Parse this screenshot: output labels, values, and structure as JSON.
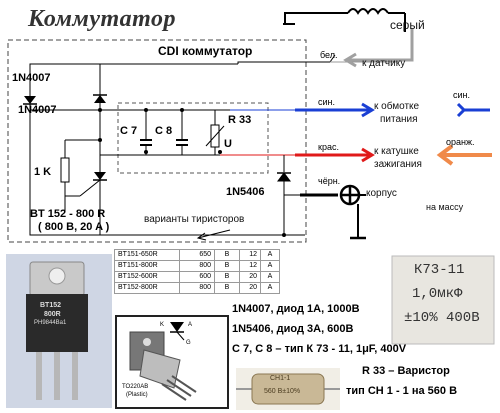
{
  "title": "Коммутатор",
  "header": "CDI коммутатор",
  "wires": {
    "white": "бел.",
    "blue": "син.",
    "red": "крас.",
    "black": "чёрн.",
    "gray_label": "серый",
    "right_blue": "син.",
    "right_orange": "оранж."
  },
  "routes": {
    "sensor": "к датчику",
    "supply_line1": "к обмотке",
    "supply_line2": "питания",
    "coil_line1": "к катушке",
    "coil_line2": "зажигания",
    "ground_line1": "корпус",
    "ground_line2": "на массу"
  },
  "components": {
    "d1": "1N4007",
    "d2": "1N4007",
    "d3": "1N5406",
    "c7": "C 7",
    "c8": "C 8",
    "r33": "R 33",
    "u": "U",
    "r1k": "1 K",
    "thyristor_line1": "BT 152 - 800 R",
    "thyristor_line2": "( 800 B, 20 A )",
    "variants": "варианты тиристоров"
  },
  "thyristor_table": [
    [
      "BT151-650R",
      "650",
      "B",
      "12",
      "A"
    ],
    [
      "BT151-800R",
      "800",
      "B",
      "12",
      "A"
    ],
    [
      "BT152-600R",
      "600",
      "B",
      "20",
      "A"
    ],
    [
      "BT152-800R",
      "800",
      "B",
      "20",
      "A"
    ]
  ],
  "descriptions": {
    "d4007": "1N4007, диод 1А, 1000В",
    "d5406": "1N5406, диод 3А, 600В",
    "caps": "С 7, С 8 – тип К 73 - 11, 1μF, 400V",
    "varistor_title": "R 33 – Варистор",
    "varistor_type": "тип  СН  1 - 1 на 560 В"
  },
  "photos": {
    "thyristor_marking_1": "BT152",
    "thyristor_marking_2": "800R",
    "thyristor_marking_3": "PH9844Ba1",
    "package_label_1": "TO220AB",
    "package_label_2": "(Plastic)",
    "pin_k": "K",
    "pin_a": "A",
    "pin_g": "G",
    "cap_line1": "К73-11",
    "cap_line2": "1,0мкФ",
    "cap_line3": "±10%  400В",
    "varistor_marking_1": "СН1-1",
    "varistor_marking_2": "560 В±10%"
  },
  "colors": {
    "blue_wire": "#1a3fd4",
    "red_wire": "#e01a1a",
    "orange_arrow": "#f08a4a",
    "gray_wire": "#a0a0a0",
    "photo_bg": "#cfd6e4"
  }
}
